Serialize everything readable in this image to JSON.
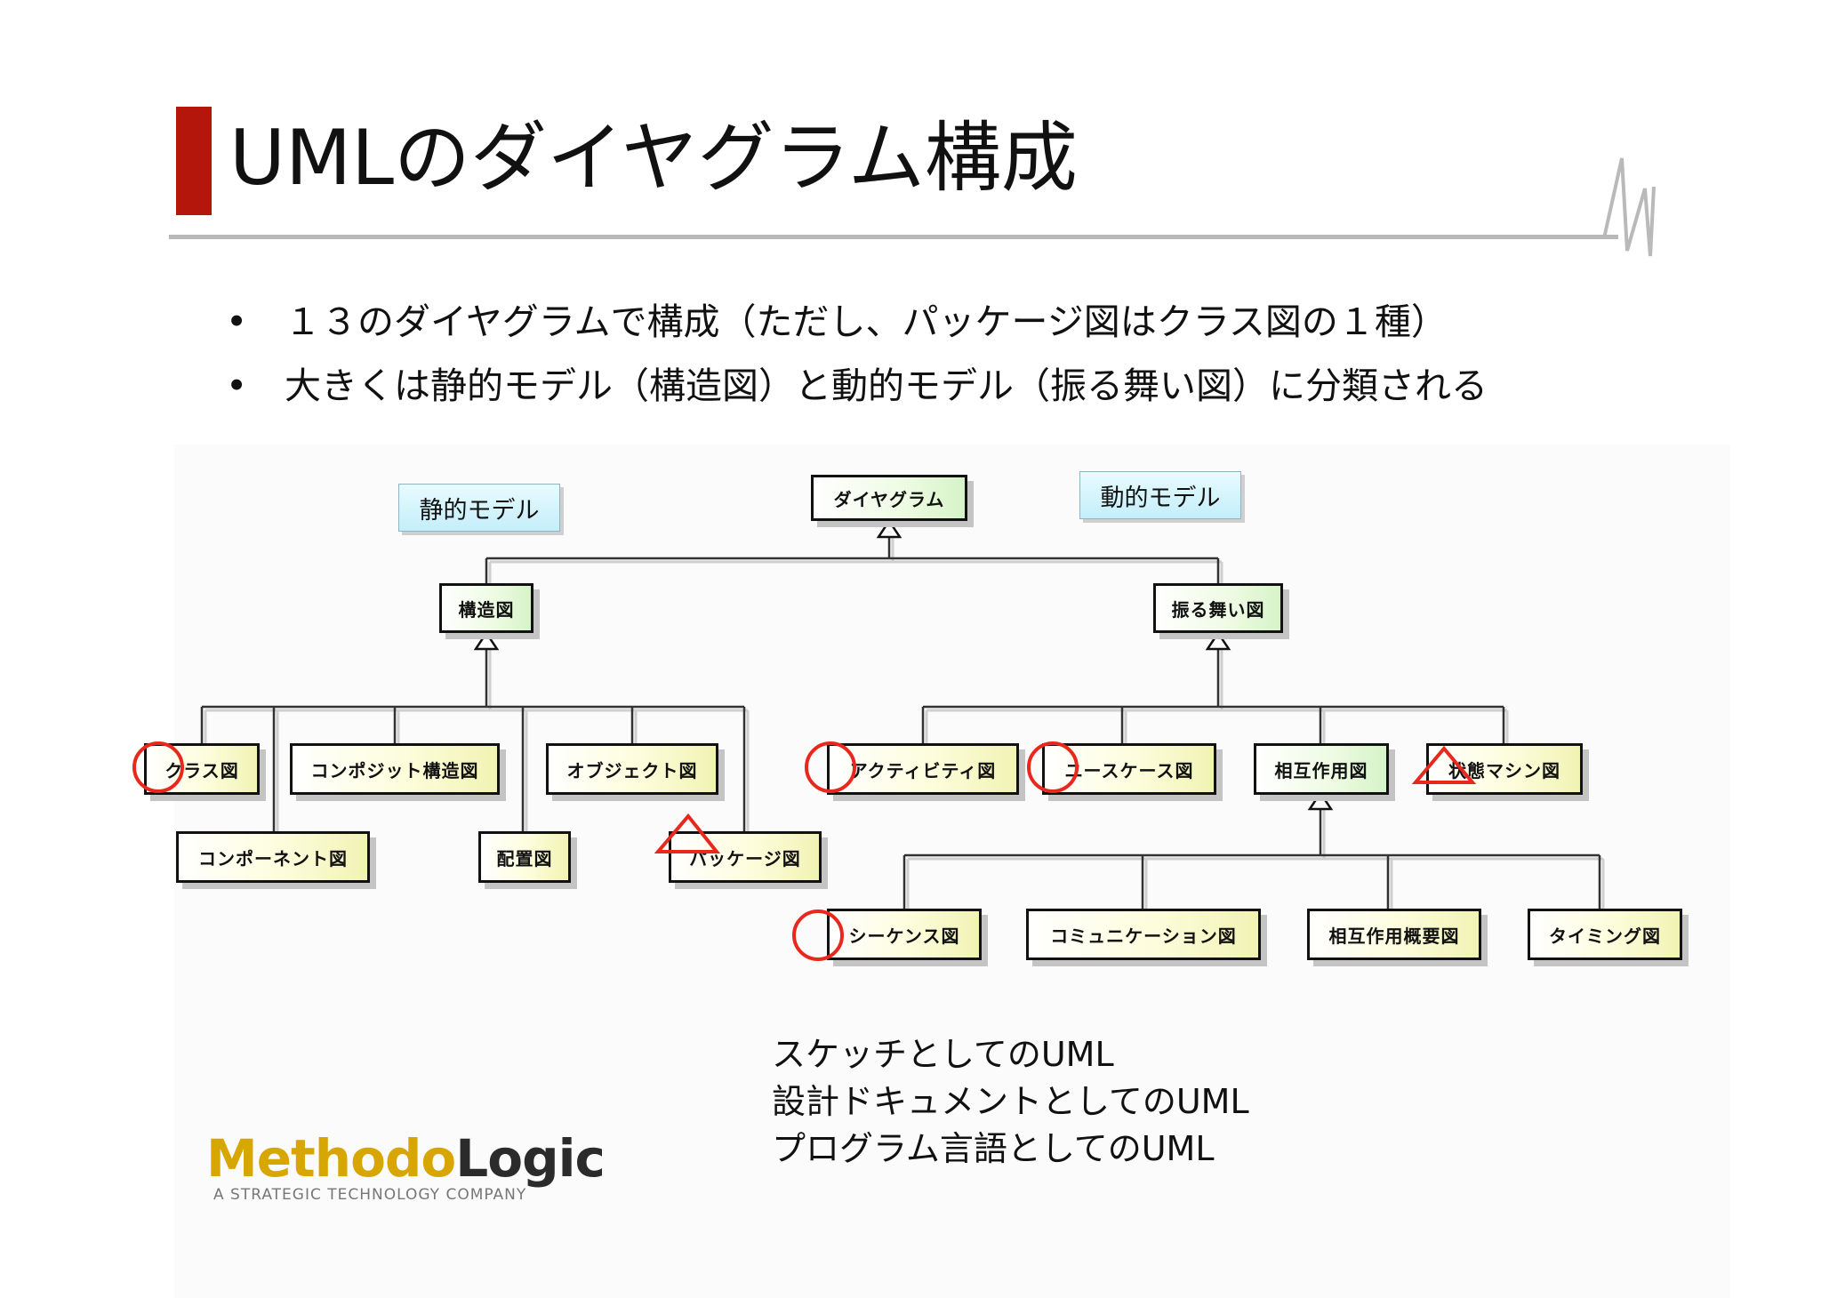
{
  "slide": {
    "title": "UMLのダイヤグラム構成",
    "bullet_glyph": "•",
    "bullets": [
      "１３のダイヤグラムで構成（ただし、パッケージ図はクラス図の１種）",
      "大きくは静的モデル（構造図）と動的モデル（振る舞い図）に分類される"
    ]
  },
  "diagram": {
    "labels": {
      "static": "静的モデル",
      "dynamic": "動的モデル"
    },
    "nodes": {
      "root": "ダイヤグラム",
      "structure": "構造図",
      "behavior": "振る舞い図",
      "class": "クラス図",
      "composite": "コンポジット構造図",
      "object": "オブジェクト図",
      "component": "コンポーネント図",
      "deployment": "配置図",
      "package": "パッケージ図",
      "activity": "アクティビティ図",
      "usecase": "ユースケース図",
      "interaction": "相互作用図",
      "statemachine": "状態マシン図",
      "sequence": "シーケンス図",
      "communication": "コミュニケーション図",
      "interaction_overview": "相互作用概要図",
      "timing": "タイミング図"
    },
    "circled": [
      "class",
      "activity",
      "usecase",
      "sequence"
    ],
    "triangled": [
      "package",
      "statemachine"
    ],
    "mark_color": "#e8281d"
  },
  "notes": [
    "スケッチとしてのUML",
    "設計ドキュメントとしてのUML",
    "プログラム言語としてのUML"
  ],
  "logo": {
    "part1": "Methodo",
    "part2": "Logic",
    "tagline": "A STRATEGIC TECHNOLOGY COMPANY"
  }
}
